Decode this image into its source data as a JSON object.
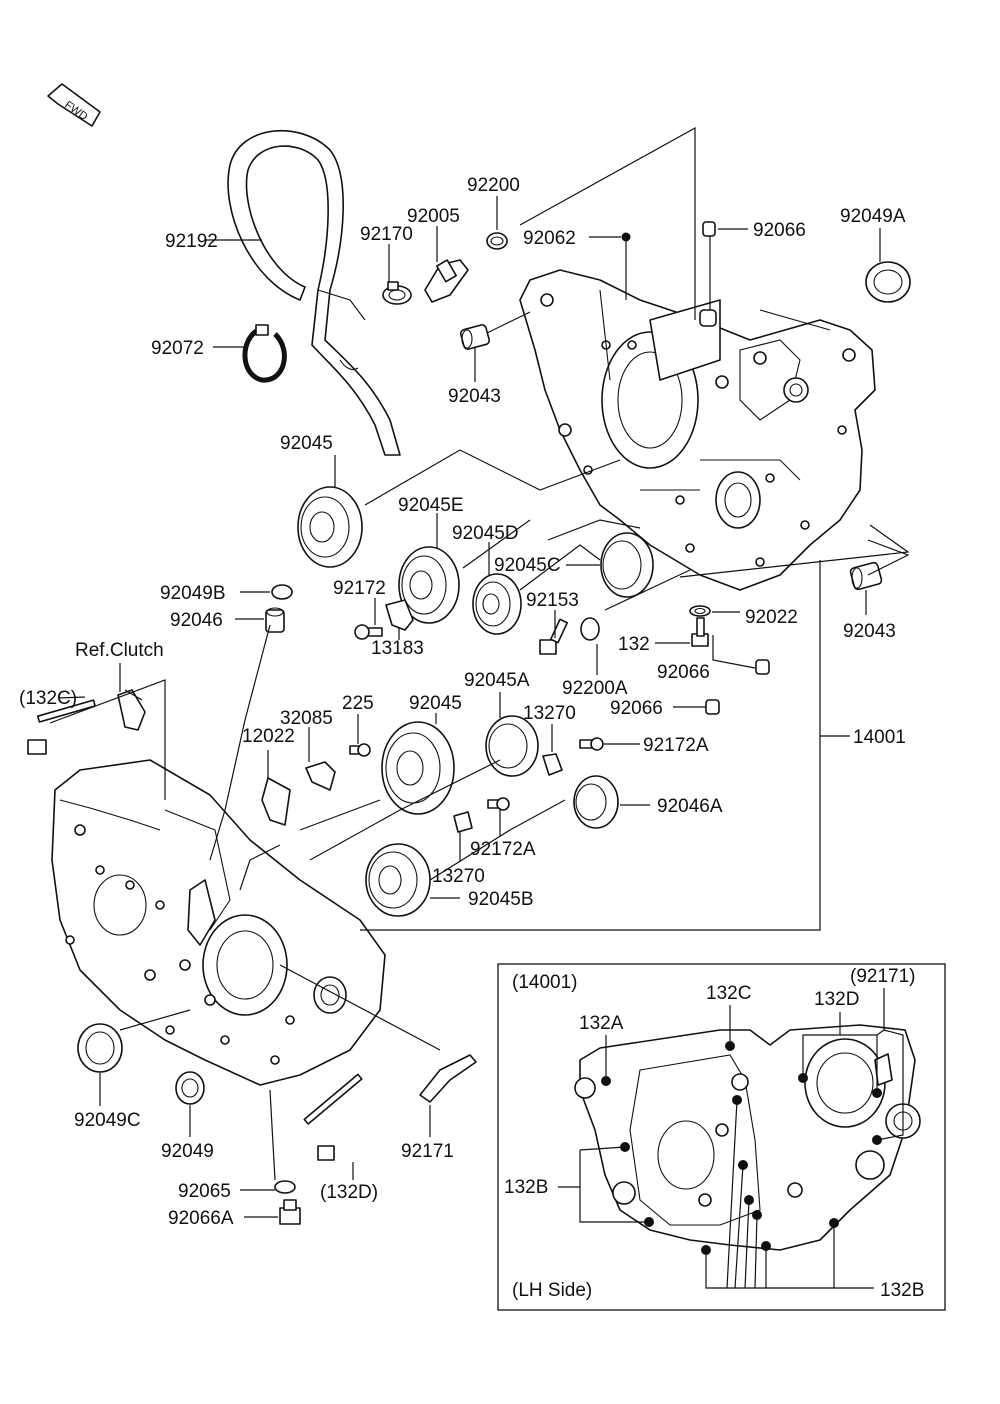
{
  "fwd_label": "FWD",
  "labels": {
    "p92200": "92200",
    "p92005": "92005",
    "p92170": "92170",
    "p92192": "92192",
    "p92072": "92072",
    "p92062": "92062",
    "p92066_top": "92066",
    "p92049A": "92049A",
    "p92043_top": "92043",
    "p92045_top": "92045",
    "p92045E": "92045E",
    "p92045D": "92045D",
    "p92045C": "92045C",
    "p92049B": "92049B",
    "p92046": "92046",
    "p92172_top": "92172",
    "p92153": "92153",
    "p92043_right": "92043",
    "p92022": "92022",
    "p132": "132",
    "p13183": "13183",
    "p92200A": "92200A",
    "p92066_mid": "92066",
    "p92066_low": "92066",
    "ref_clutch": "Ref.Clutch",
    "p132C_left": "(132C)",
    "p225": "225",
    "p32085": "32085",
    "p12022": "12022",
    "p92045_mid": "92045",
    "p92045A": "92045A",
    "p13270_top": "13270",
    "p92172A_top": "92172A",
    "p14001": "14001",
    "p92046A": "92046A",
    "p92172A_low": "92172A",
    "p13270_low": "13270",
    "p92045B": "92045B",
    "p92049C": "92049C",
    "p92049": "92049",
    "p92171": "92171",
    "p132D_paren": "(132D)",
    "p92065": "92065",
    "p92066A": "92066A"
  },
  "inset": {
    "title": "(14001)",
    "c132C": "132C",
    "p92171_paren": "(92171)",
    "c132D": "132D",
    "c132A": "132A",
    "c132B_left": "132B",
    "c132B_bottom": "132B",
    "side": "(LH Side)"
  }
}
